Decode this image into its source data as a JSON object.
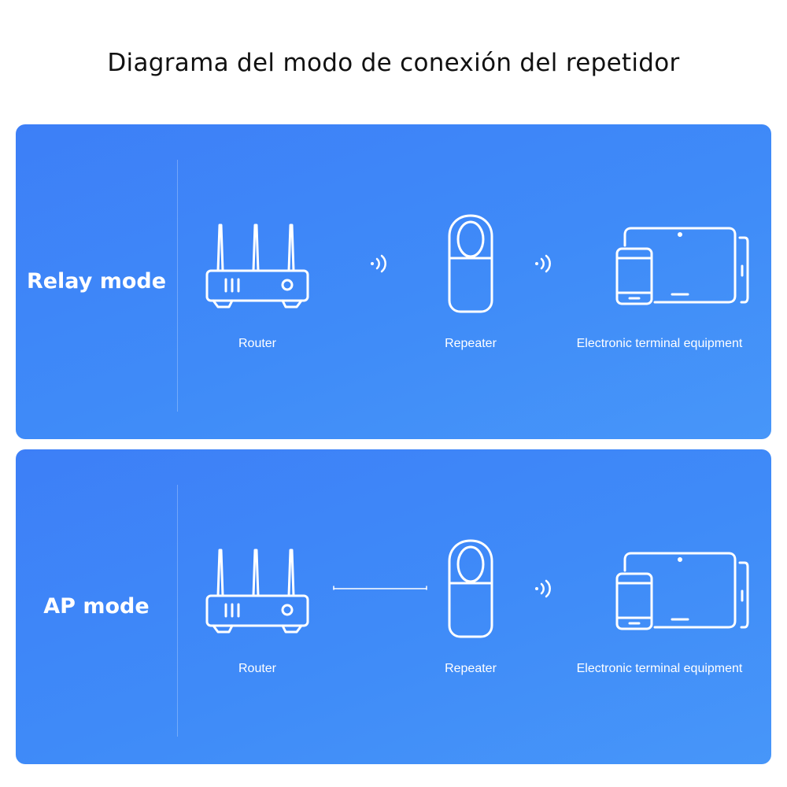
{
  "title": "Diagrama del modo de conexión del repetidor",
  "panels": {
    "relay": {
      "mode_label": "Relay mode",
      "devices": {
        "router": "Router",
        "repeater": "Repeater",
        "terminal": "Electronic terminal equipment"
      }
    },
    "ap": {
      "mode_label": "AP mode",
      "devices": {
        "router": "Router",
        "repeater": "Repeater",
        "terminal": "Electronic terminal equipment"
      }
    }
  },
  "colors": {
    "panel": "#3f8bf8",
    "icon_stroke": "#ffffff",
    "title_text": "#111111"
  },
  "icons": [
    "router-icon",
    "wifi-signal-icon",
    "repeater-icon",
    "terminal-devices-icon",
    "cable-icon"
  ]
}
